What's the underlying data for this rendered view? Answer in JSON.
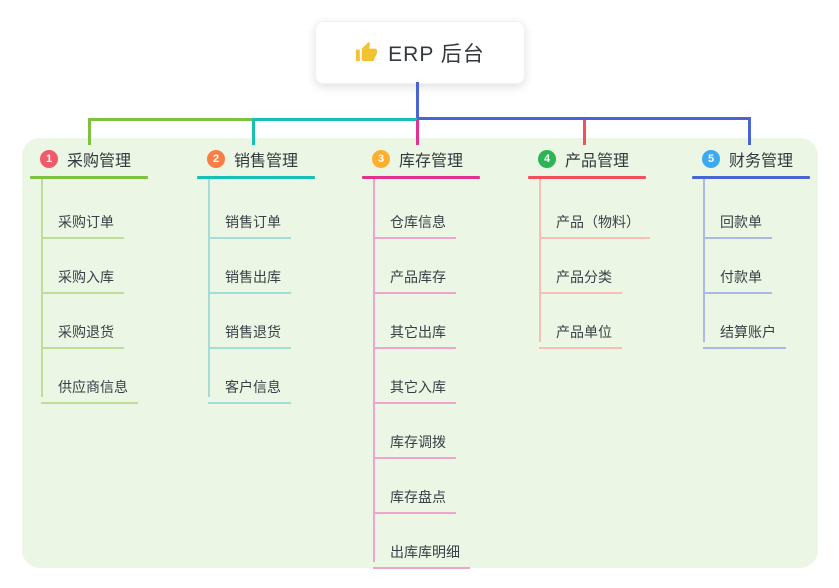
{
  "root": {
    "icon": "thumbs-up",
    "label": "ERP 后台"
  },
  "colors": {
    "panel_bg": "#ebf6e5",
    "root_line": "#4b64d4",
    "text": "#33383d"
  },
  "branches": [
    {
      "index": "1",
      "label": "采购管理",
      "badge_color": "#f05a69",
      "line_color": "#7dc140",
      "light_color": "#bfdd9a",
      "items": [
        "采购订单",
        "采购入库",
        "采购退货",
        "供应商信息"
      ]
    },
    {
      "index": "2",
      "label": "销售管理",
      "badge_color": "#fa7d46",
      "line_color": "#17c0b4",
      "light_color": "#a3ded6",
      "items": [
        "销售订单",
        "销售出库",
        "销售退货",
        "客户信息"
      ]
    },
    {
      "index": "3",
      "label": "库存管理",
      "badge_color": "#ffaf2d",
      "line_color": "#e2318f",
      "light_color": "#f0a3cb",
      "items": [
        "仓库信息",
        "产品库存",
        "其它出库",
        "其它入库",
        "库存调拨",
        "库存盘点",
        "出库库明细"
      ]
    },
    {
      "index": "4",
      "label": "产品管理",
      "badge_color": "#2db455",
      "line_color": "#f2505e",
      "light_color": "#f9beb4",
      "items": [
        "产品（物料）",
        "产品分类",
        "产品单位"
      ]
    },
    {
      "index": "5",
      "label": "财务管理",
      "badge_color": "#3caaf0",
      "line_color": "#4b64d4",
      "light_color": "#abbae5",
      "items": [
        "回款单",
        "付款单",
        "结算账户"
      ]
    }
  ]
}
